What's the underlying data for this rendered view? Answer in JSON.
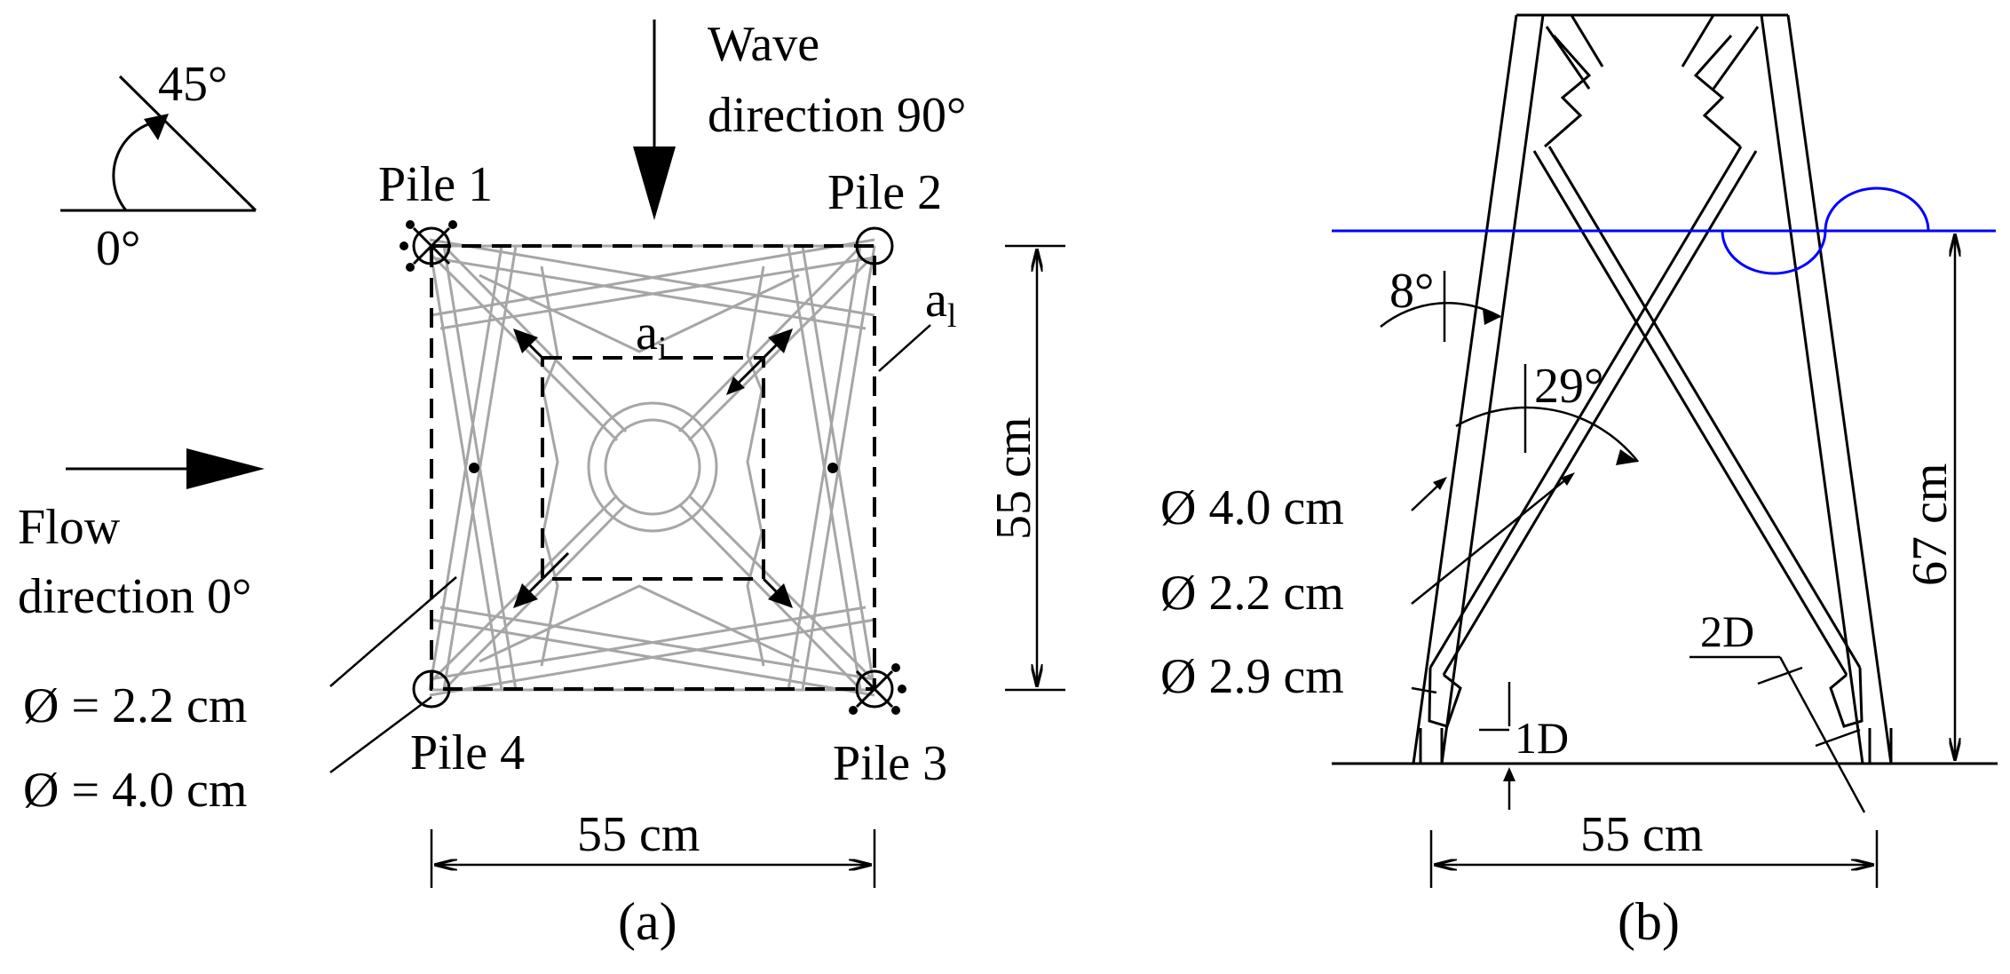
{
  "panel_a": {
    "angle_45_label": "45°",
    "angle_0_label": "0°",
    "wave_label_line1": "Wave",
    "wave_label_line2": "direction 90°",
    "flow_label_line1": "Flow",
    "flow_label_line2": "direction 0°",
    "pile1_label": "Pile 1",
    "pile2_label": "Pile 2",
    "pile3_label": "Pile 3",
    "pile4_label": "Pile 4",
    "ai_label": "a",
    "ai_sub": "i",
    "al_label": "a",
    "al_sub": "l",
    "width_dim": "55 cm",
    "height_dim": "55 cm",
    "diam_small_label": "Ø = 2.2 cm",
    "diam_large_label": "Ø = 4.0 cm",
    "caption": "(a)"
  },
  "panel_b": {
    "angle_8_label": "8°",
    "angle_29_label": "29°",
    "diam_40_label": "Ø 4.0 cm",
    "diam_22_label": "Ø 2.2 cm",
    "diam_29_label": "Ø 2.9 cm",
    "two_d_label": "2D",
    "one_d_label": "1D",
    "height_dim": "67 cm",
    "width_dim": "55 cm",
    "caption": "(b)"
  },
  "colors": {
    "structure_grey": "#a6a6a6",
    "wave_line": "#0000ff",
    "ink": "#000000"
  }
}
